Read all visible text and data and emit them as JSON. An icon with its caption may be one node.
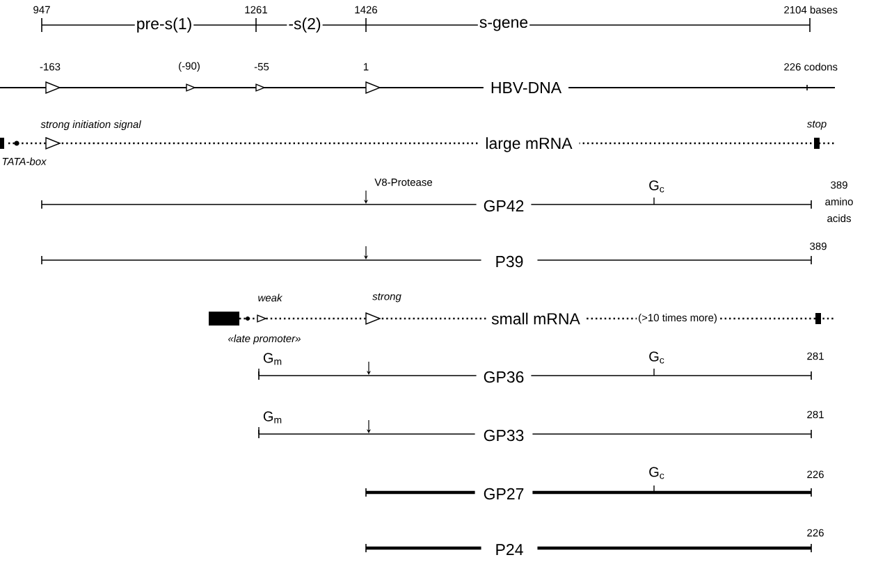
{
  "diagram": {
    "labels": [
      "947",
      "pre-s(1)",
      "1261",
      "-s(2)",
      "1426",
      "s-gene",
      "2104 bases",
      "-163",
      "(-90)",
      "-55",
      "1",
      "226 codons",
      "HBV-DNA",
      "strong initiation signal",
      "stop",
      "large mRNA",
      "TATA-box",
      "V8-Protease",
      "G$_{c}$",
      "389 amino acids",
      "GP42",
      "389",
      "P39",
      "weak",
      "strong",
      "small mRNA",
      "(>10 times more)",
      "«late promoter»",
      "G$_{m}$",
      "G$_{c}$",
      "281",
      "GP36",
      "G$_{m}$",
      "281",
      "GP33",
      "G$_{c}$",
      "226",
      "GP27",
      "226",
      "P24"
    ]
  }
}
